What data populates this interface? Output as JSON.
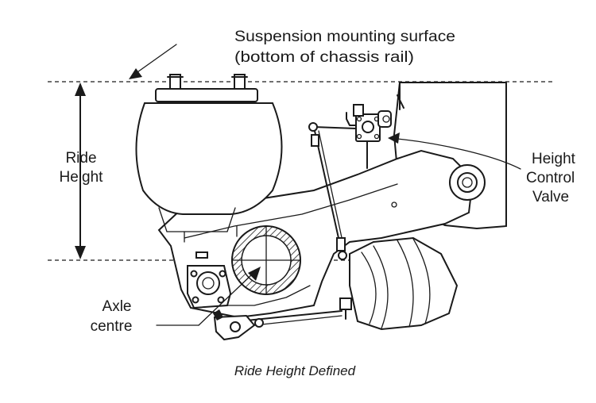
{
  "labels": {
    "mounting_surface_line1": "Suspension mounting surface",
    "mounting_surface_line2": "(bottom of chassis rail)",
    "ride_height_line1": "Ride",
    "ride_height_line2": "Height",
    "valve_line1": "Height",
    "valve_line2": "Control",
    "valve_line3": "Valve",
    "axle_line1": "Axle",
    "axle_line2": "centre",
    "caption": "Ride Height Defined"
  },
  "colors": {
    "ink": "#1a1a1a",
    "background": "#ffffff"
  }
}
